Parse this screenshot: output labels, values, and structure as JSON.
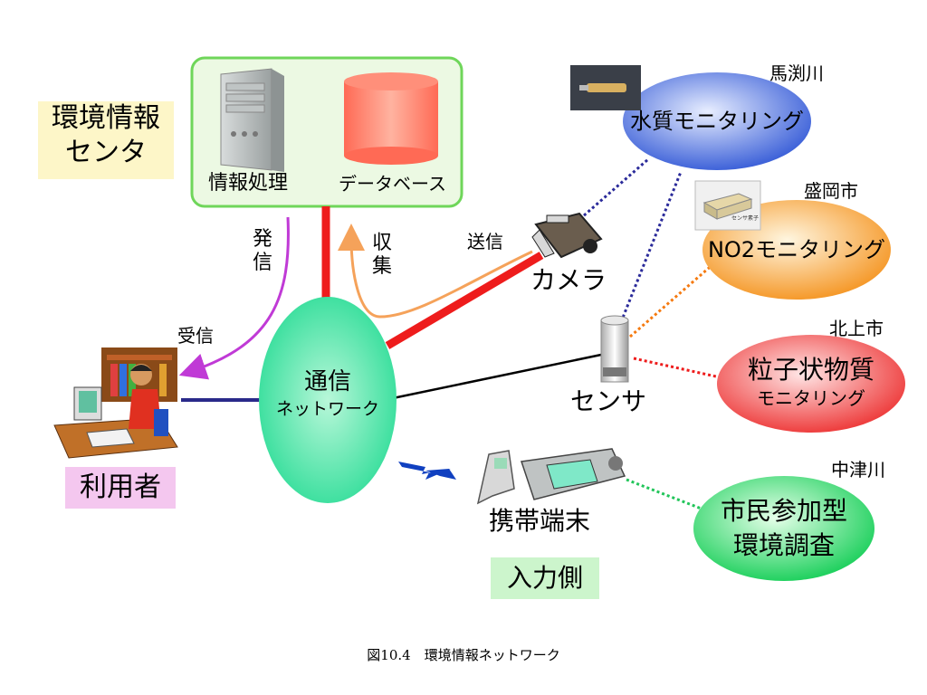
{
  "center_label": [
    "環境情報",
    "センタ"
  ],
  "server_label": "情報処理",
  "database_label": "データベース",
  "arrow_send_label": [
    "発",
    "信"
  ],
  "arrow_receive_label": "受信",
  "arrow_collect_label": [
    "収",
    "集"
  ],
  "camera_send_label": "送信",
  "camera_label": "カメラ",
  "network_label": [
    "通信",
    "ネットワーク"
  ],
  "user_label": "利用者",
  "sensor_label": "センサ",
  "mobile_label": "携帯端末",
  "input_side_label": "入力側",
  "monitors": [
    {
      "location": "馬渕川",
      "lines": [
        "水質モニタリング"
      ],
      "color": "#3f63d9"
    },
    {
      "location": "盛岡市",
      "lines": [
        "NO2モニタリング"
      ],
      "color": "#f59a2c"
    },
    {
      "location": "北上市",
      "lines": [
        "粒子状物質",
        "モニタリング"
      ],
      "color": "#ee4444"
    },
    {
      "location": "中津川",
      "lines": [
        "市民参加型",
        "環境調査"
      ],
      "color": "#2fd66a"
    }
  ],
  "sensor_chip_label": "センサ素子",
  "caption": "図10.4　環境情報ネットワーク"
}
